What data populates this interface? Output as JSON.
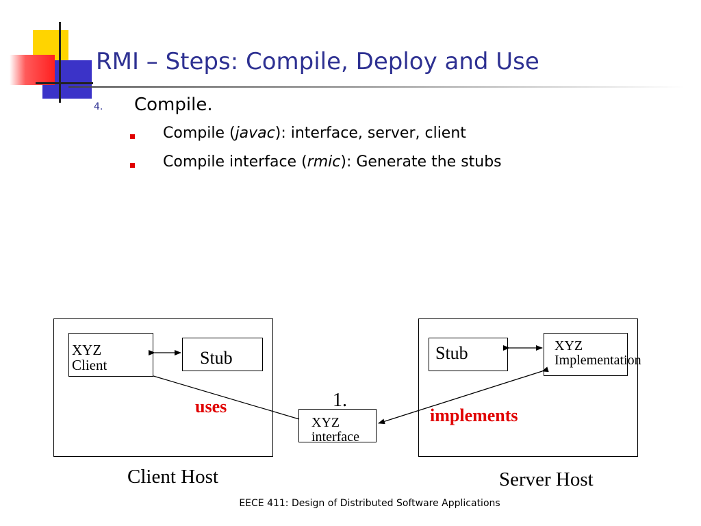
{
  "slide": {
    "title": "RMI – Steps: Compile, Deploy and Use",
    "item_number": "4.",
    "item_text": "Compile.",
    "bullets": [
      {
        "before": "Compile (",
        "italic": "javac",
        "after": "): interface, server, client"
      },
      {
        "before": "Compile interface (",
        "italic": "rmic",
        "after": "): Generate the stubs"
      }
    ],
    "footer": "EECE 411: Design of Distributed Software Applications"
  },
  "diagram": {
    "client_host_label": "Client Host",
    "server_host_label": "Server Host",
    "client_box_line1": "XYZ",
    "client_box_line2": "Client",
    "client_stub": "Stub",
    "server_stub": "Stub",
    "impl_line1": "XYZ",
    "impl_line2": "Implementation",
    "interface_number": "1.",
    "interface_line1": "XYZ",
    "interface_line2": "interface",
    "uses_label": "uses",
    "implements_label": "implements"
  },
  "colors": {
    "title": "#2e3192",
    "bullet": "#e00000",
    "emphasis": "#e00000"
  }
}
